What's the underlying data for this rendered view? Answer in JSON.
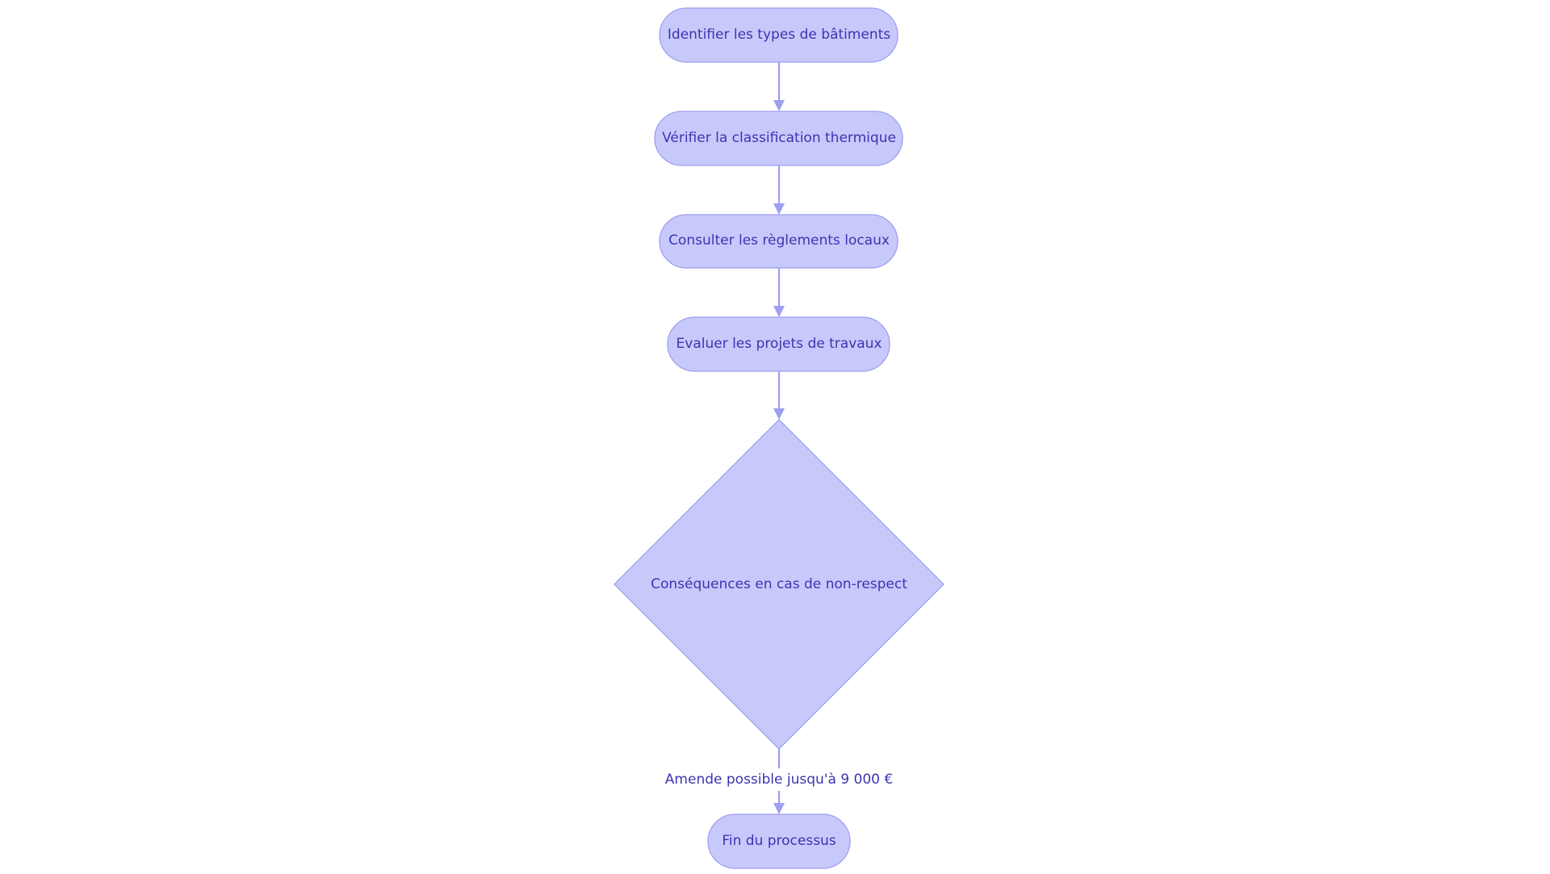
{
  "diagram": {
    "nodes": {
      "identify": "Identifier les types de bâtiments",
      "verify": "Vérifier la classification thermique",
      "consult": "Consulter les règlements locaux",
      "evaluate": "Evaluer les projets de travaux",
      "consequences": "Conséquences en cas de non-respect",
      "end": "Fin du processus"
    },
    "edges": {
      "consequences_to_end": "Amende possible jusqu'à 9 000 €"
    }
  },
  "colors": {
    "node_fill": "#c8c9fb",
    "node_stroke": "#9d9ff0",
    "text": "#3b35b0",
    "edge": "#9d9ff0"
  }
}
